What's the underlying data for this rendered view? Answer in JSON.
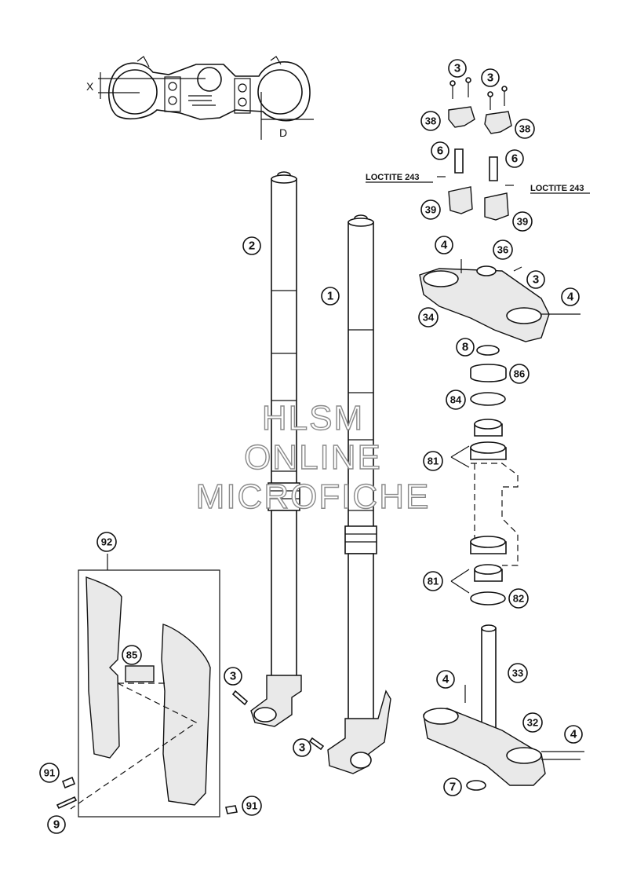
{
  "watermark": {
    "line1": "HLSM",
    "line2": "ONLINE",
    "line3": "MICROFICHE"
  },
  "dimension_labels": {
    "x": "X",
    "d": "D"
  },
  "notes": {
    "loctite_left": "LOCTITE 243",
    "loctite_right": "LOCTITE 243"
  },
  "callouts": [
    {
      "id": "c-1",
      "text": "1"
    },
    {
      "id": "c-2",
      "text": "2"
    },
    {
      "id": "c-3a",
      "text": "3"
    },
    {
      "id": "c-3b",
      "text": "3"
    },
    {
      "id": "c-3c",
      "text": "3"
    },
    {
      "id": "c-3d",
      "text": "3"
    },
    {
      "id": "c-3e",
      "text": "3"
    },
    {
      "id": "c-4a",
      "text": "4"
    },
    {
      "id": "c-4b",
      "text": "4"
    },
    {
      "id": "c-4c",
      "text": "4"
    },
    {
      "id": "c-4d",
      "text": "4"
    },
    {
      "id": "c-6a",
      "text": "6"
    },
    {
      "id": "c-6b",
      "text": "6"
    },
    {
      "id": "c-7",
      "text": "7"
    },
    {
      "id": "c-8",
      "text": "8"
    },
    {
      "id": "c-9",
      "text": "9"
    },
    {
      "id": "c-32",
      "text": "32"
    },
    {
      "id": "c-33",
      "text": "33"
    },
    {
      "id": "c-34",
      "text": "34"
    },
    {
      "id": "c-36",
      "text": "36"
    },
    {
      "id": "c-38a",
      "text": "38"
    },
    {
      "id": "c-38b",
      "text": "38"
    },
    {
      "id": "c-39a",
      "text": "39"
    },
    {
      "id": "c-39b",
      "text": "39"
    },
    {
      "id": "c-81a",
      "text": "81"
    },
    {
      "id": "c-81b",
      "text": "81"
    },
    {
      "id": "c-82",
      "text": "82"
    },
    {
      "id": "c-84",
      "text": "84"
    },
    {
      "id": "c-85",
      "text": "85"
    },
    {
      "id": "c-86",
      "text": "86"
    },
    {
      "id": "c-91a",
      "text": "91"
    },
    {
      "id": "c-91b",
      "text": "91"
    },
    {
      "id": "c-92",
      "text": "92"
    }
  ]
}
